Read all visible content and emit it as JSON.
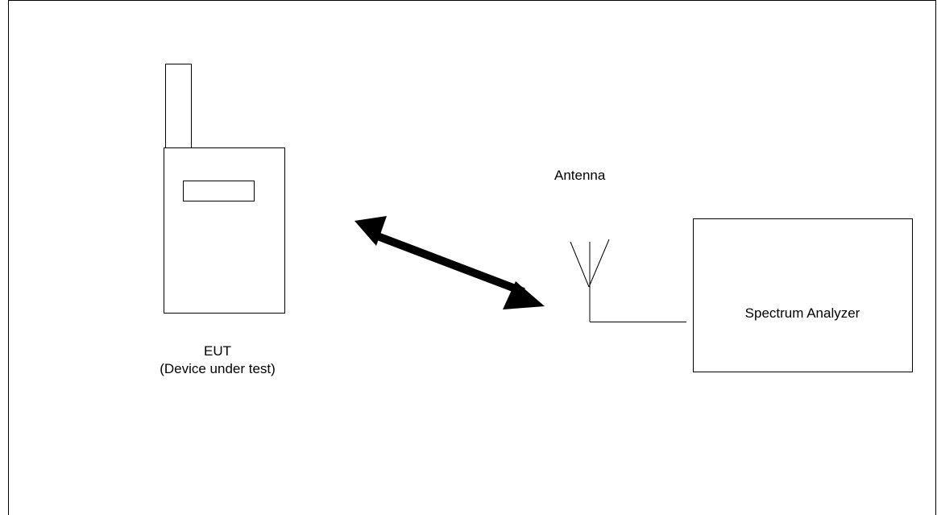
{
  "diagram": {
    "eut": {
      "title": "EUT",
      "subtitle": "(Device under test)"
    },
    "antenna": {
      "label": "Antenna"
    },
    "analyzer": {
      "label": "Spectrum Analyzer"
    },
    "colors": {
      "stroke": "#000000",
      "background": "#ffffff"
    }
  }
}
